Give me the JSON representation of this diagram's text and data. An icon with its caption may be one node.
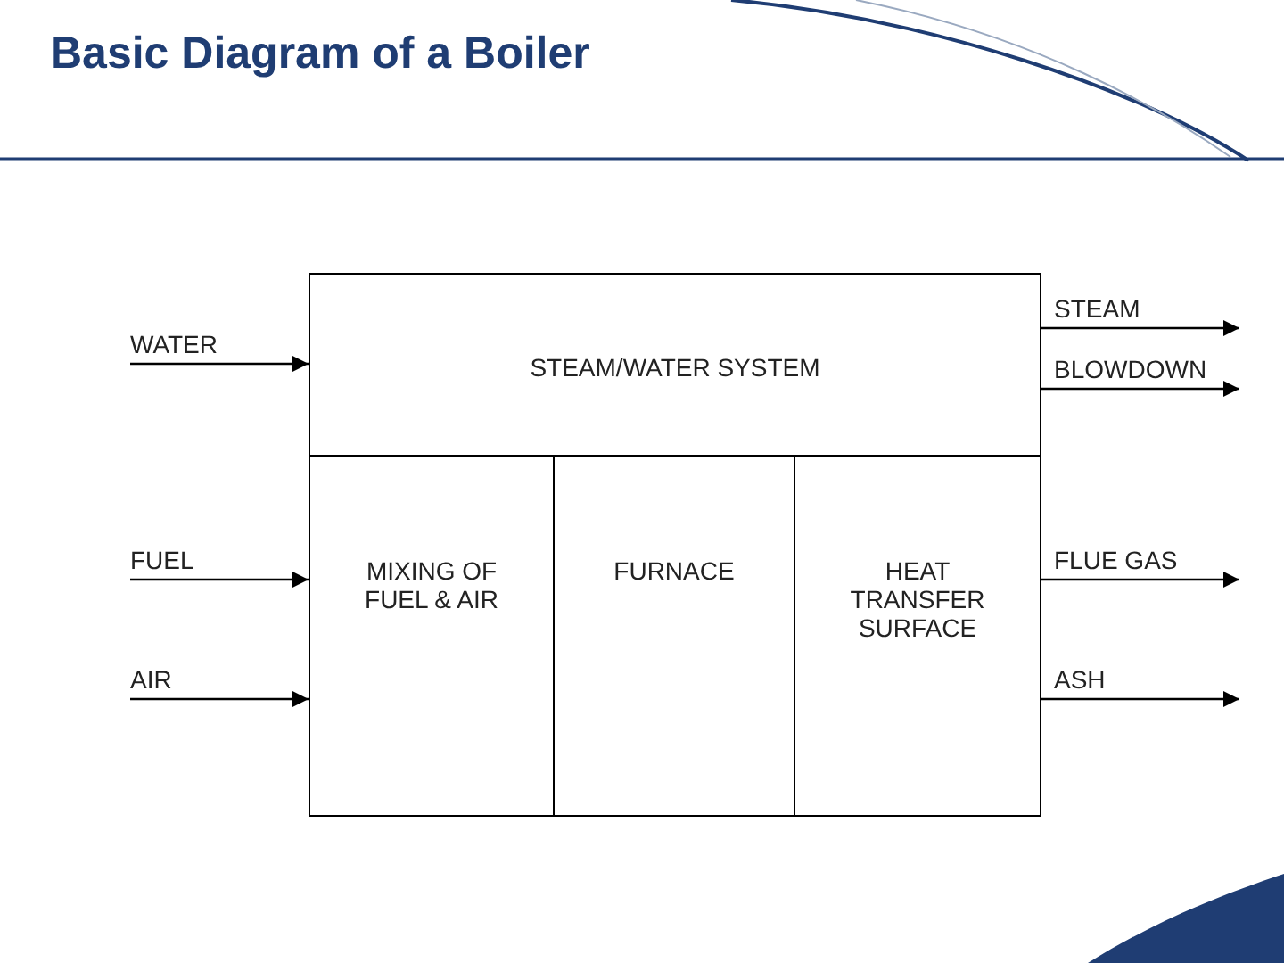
{
  "diagram": {
    "title": "Basic Diagram of a Boiler",
    "nodes": [
      {
        "text": [
          "STEAM/WATER SYSTEM"
        ]
      },
      {
        "text": [
          "MIXING OF FUEL & AIR"
        ]
      },
      {
        "text": [
          "FURNACE"
        ]
      },
      {
        "text": [
          "HEAT TRANSFER SURFACE"
        ]
      }
    ],
    "edges": [
      {
        "from": null,
        "to": 0,
        "arrow": "to",
        "label": "WATER"
      },
      {
        "from": null,
        "to": 1,
        "arrow": "to",
        "label": "FUEL"
      },
      {
        "from": null,
        "to": 1,
        "arrow": "to",
        "label": "AIR"
      },
      {
        "from": 0,
        "to": null,
        "arrow": "to",
        "label": "STEAM"
      },
      {
        "from": 0,
        "to": null,
        "arrow": "to",
        "label": "BLOWDOWN"
      },
      {
        "from": 3,
        "to": null,
        "arrow": "to",
        "label": "FLUE GAS"
      },
      {
        "from": 3,
        "to": null,
        "arrow": "to",
        "label": "ASH"
      }
    ]
  }
}
